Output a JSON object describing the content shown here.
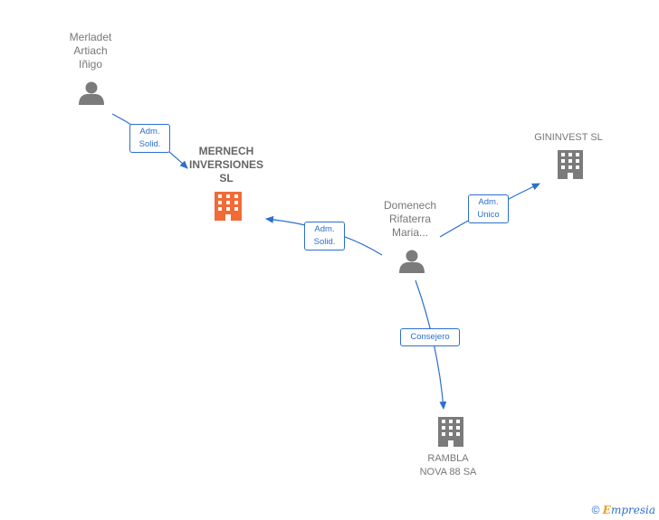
{
  "nodes": {
    "merladet": {
      "lines": [
        "Merladet",
        "Artiach",
        "Iñigo"
      ],
      "kind": "person"
    },
    "mernech": {
      "lines": [
        "MERNECH",
        "INVERSIONES",
        "SL"
      ],
      "kind": "company-highlight"
    },
    "domenech": {
      "lines": [
        "Domenech",
        "Rifaterra",
        "Maria..."
      ],
      "kind": "person"
    },
    "gininvest": {
      "lines": [
        "GININVEST SL"
      ],
      "kind": "company"
    },
    "rambla": {
      "lines": [
        "RAMBLA",
        "NOVA 88 SA"
      ],
      "kind": "company"
    }
  },
  "edges": {
    "merladet_mernech": {
      "lines": [
        "Adm.",
        "Solid."
      ]
    },
    "domenech_mernech": {
      "lines": [
        "Adm.",
        "Solid."
      ]
    },
    "domenech_gininvest": {
      "lines": [
        "Adm.",
        "Unico"
      ]
    },
    "domenech_rambla": {
      "lines": [
        "Consejero"
      ]
    }
  },
  "colors": {
    "edge": "#2d6fcf",
    "person": "#7b7b7b",
    "company": "#7b7b7b",
    "company_highlight": "#f26a35"
  },
  "watermark": {
    "symbol": "©",
    "brand_first": "E",
    "brand_rest": "mpresia"
  }
}
